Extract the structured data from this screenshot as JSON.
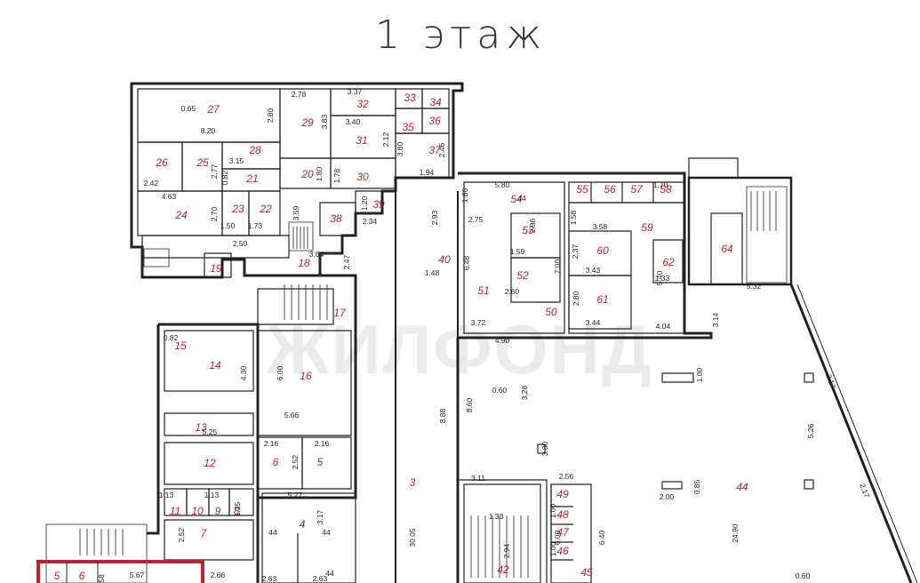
{
  "title": "1 этаж",
  "watermark": "ЖИЛФОНД",
  "colors": {
    "room_number": "#c0202a",
    "wall": "#222222",
    "highlight": "#c0202a"
  },
  "rooms": [
    {
      "n": "27"
    },
    {
      "n": "29"
    },
    {
      "n": "32"
    },
    {
      "n": "33"
    },
    {
      "n": "34"
    },
    {
      "n": "31"
    },
    {
      "n": "35"
    },
    {
      "n": "36"
    },
    {
      "n": "37"
    },
    {
      "n": "28"
    },
    {
      "n": "26"
    },
    {
      "n": "25"
    },
    {
      "n": "21"
    },
    {
      "n": "20"
    },
    {
      "n": "30"
    },
    {
      "n": "24"
    },
    {
      "n": "23"
    },
    {
      "n": "22"
    },
    {
      "n": "38"
    },
    {
      "n": "39"
    },
    {
      "n": "40"
    },
    {
      "n": "18"
    },
    {
      "n": "19"
    },
    {
      "n": "17"
    },
    {
      "n": "15"
    },
    {
      "n": "14"
    },
    {
      "n": "16"
    },
    {
      "n": "13"
    },
    {
      "n": "12"
    },
    {
      "n": "6"
    },
    {
      "n": "5"
    },
    {
      "n": "11"
    },
    {
      "n": "10"
    },
    {
      "n": "9"
    },
    {
      "n": "8"
    },
    {
      "n": "7"
    },
    {
      "n": "4"
    },
    {
      "n": "3"
    },
    {
      "n": "54"
    },
    {
      "n": "53"
    },
    {
      "n": "52"
    },
    {
      "n": "51"
    },
    {
      "n": "50"
    },
    {
      "n": "55"
    },
    {
      "n": "56"
    },
    {
      "n": "57"
    },
    {
      "n": "58"
    },
    {
      "n": "59"
    },
    {
      "n": "60"
    },
    {
      "n": "61"
    },
    {
      "n": "62"
    },
    {
      "n": "64"
    },
    {
      "n": "44"
    },
    {
      "n": "49"
    },
    {
      "n": "48"
    },
    {
      "n": "47"
    },
    {
      "n": "46"
    },
    {
      "n": "45"
    },
    {
      "n": "42"
    },
    {
      "n": "5"
    },
    {
      "n": "6"
    }
  ],
  "dimensions": [
    {
      "v": "0.65"
    },
    {
      "v": "8.20"
    },
    {
      "v": "2.80"
    },
    {
      "v": "2.78"
    },
    {
      "v": "3.37"
    },
    {
      "v": "3.40"
    },
    {
      "v": "3.83"
    },
    {
      "v": "2.12"
    },
    {
      "v": "3.80"
    },
    {
      "v": "2.46"
    },
    {
      "v": "1.94"
    },
    {
      "v": "3.15"
    },
    {
      "v": "2.77"
    },
    {
      "v": "0.82"
    },
    {
      "v": "2.42"
    },
    {
      "v": "1.80"
    },
    {
      "v": "1.78"
    },
    {
      "v": "4.63"
    },
    {
      "v": "2.70"
    },
    {
      "v": "1.50"
    },
    {
      "v": "1.73"
    },
    {
      "v": "3.59"
    },
    {
      "v": "1.20"
    },
    {
      "v": "2.34"
    },
    {
      "v": "2.93"
    },
    {
      "v": "2.50"
    },
    {
      "v": "3.64"
    },
    {
      "v": "2.47"
    },
    {
      "v": "1.48"
    },
    {
      "v": "0.82"
    },
    {
      "v": "4.30"
    },
    {
      "v": "6.00"
    },
    {
      "v": "5.66"
    },
    {
      "v": "5.25"
    },
    {
      "v": "2.16"
    },
    {
      "v": "2.16"
    },
    {
      "v": "2.52"
    },
    {
      "v": "5.27"
    },
    {
      "v": "1.13"
    },
    {
      "v": "1.13"
    },
    {
      "v": "1.35"
    },
    {
      "v": "2.52"
    },
    {
      "v": "3.17"
    },
    {
      "v": "44"
    },
    {
      "v": "44"
    },
    {
      "v": "30.05"
    },
    {
      "v": "8.88"
    },
    {
      "v": "5.80"
    },
    {
      "v": "2.75"
    },
    {
      "v": "2.96"
    },
    {
      "v": "1.59"
    },
    {
      "v": "6.48"
    },
    {
      "v": "2.60"
    },
    {
      "v": "7.00"
    },
    {
      "v": "3.72"
    },
    {
      "v": "4.90"
    },
    {
      "v": "1.80"
    },
    {
      "v": "44"
    },
    {
      "v": "1.58"
    },
    {
      "v": "1.70"
    },
    {
      "v": "3.58"
    },
    {
      "v": "2.37"
    },
    {
      "v": "3.43"
    },
    {
      "v": "5.40"
    },
    {
      "v": "1.33"
    },
    {
      "v": "2.80"
    },
    {
      "v": "3.44"
    },
    {
      "v": "4.04"
    },
    {
      "v": "3.14"
    },
    {
      "v": "5.32"
    },
    {
      "v": "0.60"
    },
    {
      "v": "3.28"
    },
    {
      "v": "8.60"
    },
    {
      "v": "1.00"
    },
    {
      "v": "2.17"
    },
    {
      "v": "5.26"
    },
    {
      "v": "3.30"
    },
    {
      "v": "3.11"
    },
    {
      "v": "2.56"
    },
    {
      "v": "2.00"
    },
    {
      "v": "0.85"
    },
    {
      "v": "2.17"
    },
    {
      "v": "1.33"
    },
    {
      "v": "6.00"
    },
    {
      "v": "6.40"
    },
    {
      "v": "24.90"
    },
    {
      "v": "2.94"
    },
    {
      "v": "0.60"
    },
    {
      "v": "5.67"
    },
    {
      "v": "2.66"
    },
    {
      "v": "2.63"
    },
    {
      "v": "2.63"
    },
    {
      "v": "44"
    },
    {
      "v": "1.00"
    },
    {
      "v": "1.00"
    },
    {
      "v": "58"
    }
  ]
}
